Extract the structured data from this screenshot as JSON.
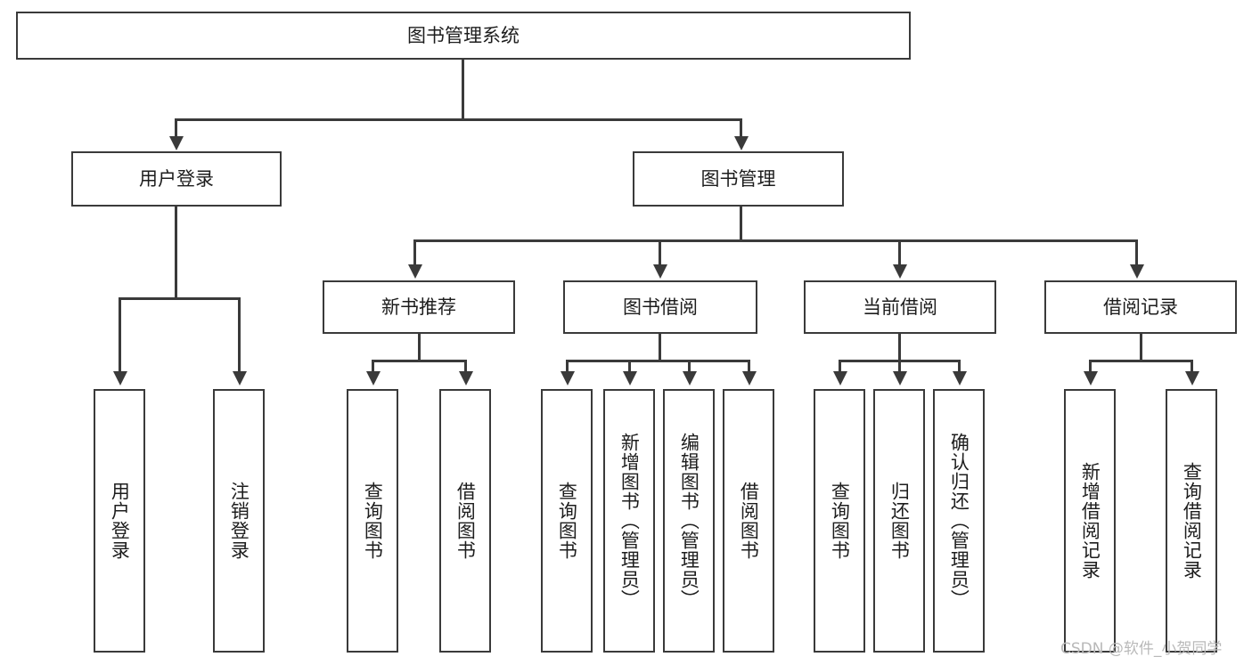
{
  "diagram": {
    "title": "图书管理系统",
    "root": {
      "label": "图书管理系统"
    },
    "level2": [
      {
        "label": "用户登录"
      },
      {
        "label": "图书管理"
      }
    ],
    "level3": [
      {
        "label": "新书推荐"
      },
      {
        "label": "图书借阅"
      },
      {
        "label": "当前借阅"
      },
      {
        "label": "借阅记录"
      }
    ],
    "leaves": {
      "user_login": [
        {
          "label": "用户登录"
        },
        {
          "label": "注销登录"
        }
      ],
      "new_book_recommend": [
        {
          "label": "查询图书"
        },
        {
          "label": "借阅图书"
        }
      ],
      "book_borrow": [
        {
          "label": "查询图书"
        },
        {
          "label": "新增图书（管理员）"
        },
        {
          "label": "编辑图书（管理员）"
        },
        {
          "label": "借阅图书"
        }
      ],
      "current_borrow": [
        {
          "label": "查询图书"
        },
        {
          "label": "归还图书"
        },
        {
          "label": "确认归还（管理员）"
        }
      ],
      "borrow_record": [
        {
          "label": "新增借阅记录"
        },
        {
          "label": "查询借阅记录"
        }
      ]
    }
  },
  "watermark": {
    "text": "CSDN @软件_小贺同学"
  },
  "colors": {
    "stroke": "#3a3a3a",
    "background": "#ffffff",
    "text": "#1d1d1d",
    "watermark": "#b9b9b9"
  }
}
